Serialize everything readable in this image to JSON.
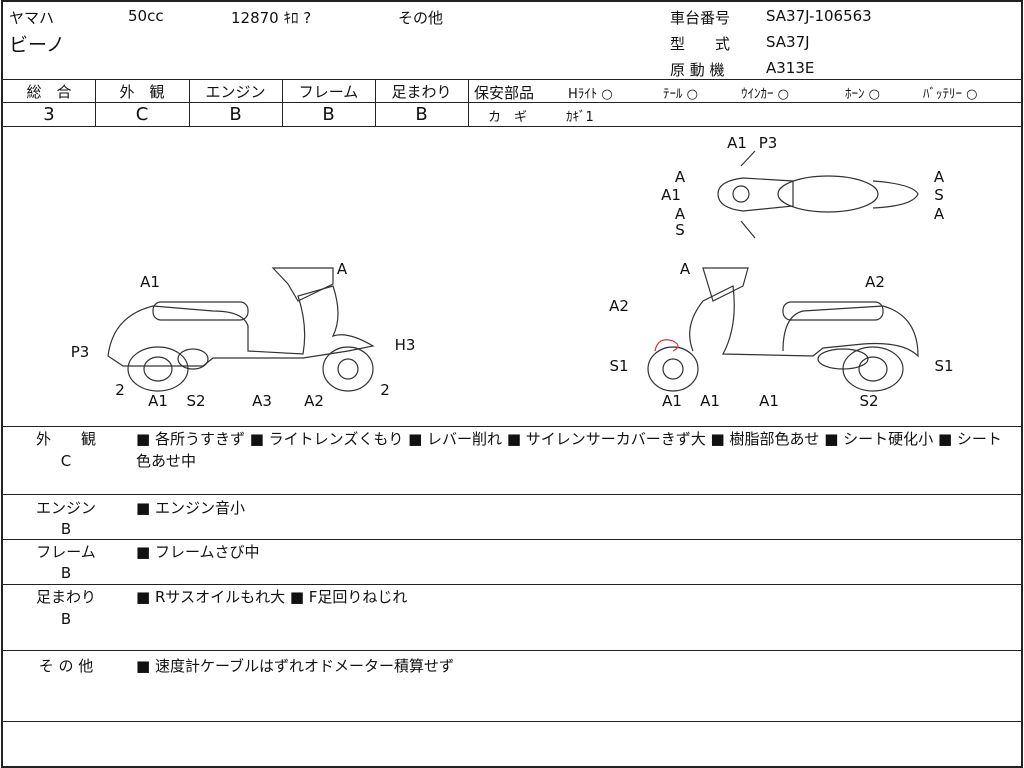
{
  "header": {
    "maker": "ヤマハ",
    "displacement": "50cc",
    "mileage": "12870 ｷﾛ ?",
    "category": "その他",
    "model_name": "ビーノ",
    "frame_no_label": "車台番号",
    "frame_no": "SA37J-106563",
    "type_label": "型　　式",
    "type": "SA37J",
    "engine_label": "原 動 機",
    "engine": "A313E"
  },
  "grades": [
    {
      "label": "総　合",
      "value": "3"
    },
    {
      "label": "外　観",
      "value": "C"
    },
    {
      "label": "エンジン",
      "value": "B"
    },
    {
      "label": "フレーム",
      "value": "B"
    },
    {
      "label": "足まわり",
      "value": "B"
    }
  ],
  "safety": {
    "title": "保安部品",
    "items": [
      "Hﾗｲﾄ ○",
      "ﾃｰﾙ ○",
      "ｳｲﾝｶｰ ○",
      "ﾎｰﾝ ○",
      "ﾊﾞｯﾃﾘｰ ○"
    ],
    "key_label": "カ　ギ",
    "key_value": "ｶｷﾞ1"
  },
  "diagram": {
    "left": [
      "A1",
      "P3",
      "H3",
      "A",
      "2",
      "A1",
      "S2",
      "A3",
      "A2",
      "2"
    ],
    "right": [
      "A",
      "A2",
      "A2",
      "S1",
      "S1",
      "A1",
      "A1",
      "A1",
      "S2"
    ],
    "top": [
      "A1",
      "P3",
      "A",
      "A1",
      "A",
      "S",
      "A",
      "S",
      "A"
    ]
  },
  "sections": [
    {
      "title": "外　　観",
      "grade": "C",
      "text": "■ 各所うすきず ■ ライトレンズくもり ■ レバー削れ ■ サイレンサーカバーきず大 ■ 樹脂部色あせ ■ シート硬化小 ■ シート色あせ中"
    },
    {
      "title": "エンジン",
      "grade": "B",
      "text": "■ エンジン音小"
    },
    {
      "title": "フレーム",
      "grade": "B",
      "text": "■ フレームさび中"
    },
    {
      "title": "足まわり",
      "grade": "B",
      "text": "■ Rサスオイルもれ大 ■ F足回りねじれ"
    },
    {
      "title": "そ の 他",
      "grade": "",
      "text": "■ 速度計ケーブルはずれオドメーター積算せず"
    }
  ]
}
